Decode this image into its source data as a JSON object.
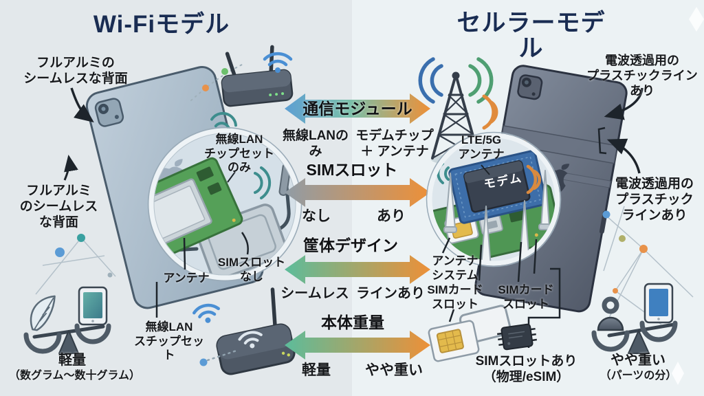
{
  "titles": {
    "left": "Wi-Fiモデル",
    "right": "セルラーモデル"
  },
  "left_panel": {
    "back_top": "フルアルミの\nシームレスな背面",
    "back_mid": "フルアルミ\nのシームレス\nな背面",
    "chipset_only": "無線LAN\nチップセット\nのみ",
    "antenna": "アンテナ",
    "sim_slot_none": "SIMスロット\nなし",
    "wlan_chipset": "無線LAN\nスチップセット",
    "weight": "軽量",
    "weight_note": "（数グラム〜数十グラム）"
  },
  "comparison_rows": [
    {
      "title": "通信モジュール",
      "left_value": "無線LANのみ",
      "right_value": "モデムチップ\n＋ アンテナ"
    },
    {
      "title": "SIMスロット",
      "left_value": "なし",
      "right_value": "あり"
    },
    {
      "title": "筐体デザイン",
      "left_value": "シームレス",
      "right_value": "ラインあり"
    },
    {
      "title": "本体重量",
      "left_value": "軽量",
      "right_value": "やや重い"
    }
  ],
  "right_panel": {
    "plastic_line_top": "電波透過用の\nプラスチックラインあり",
    "plastic_line_mid": "電波透過用の\nプラスチック\nラインあり",
    "lte_antenna": "LTE/5G\nアンテナ",
    "modem_chip": "モデム",
    "antenna_system": "アンテナ\nシステム",
    "sim_card_slot_left": "SIMカード\nスロット",
    "sim_card_slot_right": "SIMカード\nスロット",
    "sim_slot_present": "SIMスロットあり\n（物理/eSIM）",
    "weight": "やや重い",
    "weight_note": "（パーツの分）"
  },
  "colors": {
    "title_navy": "#192c52",
    "arrow_blue": "#5e9fd3",
    "arrow_teal": "#5cbc9b",
    "arrow_gray": "#909ca6",
    "arrow_orange": "#ed9038",
    "wifi_blue": "#4a8fd4",
    "signal_teal": "#3d8d8d",
    "tower_green": "#4f9f72",
    "pcb_green": "#4f9654",
    "pcb_blue": "#3d6ea9",
    "sim_gold": "#e3ba4c"
  }
}
